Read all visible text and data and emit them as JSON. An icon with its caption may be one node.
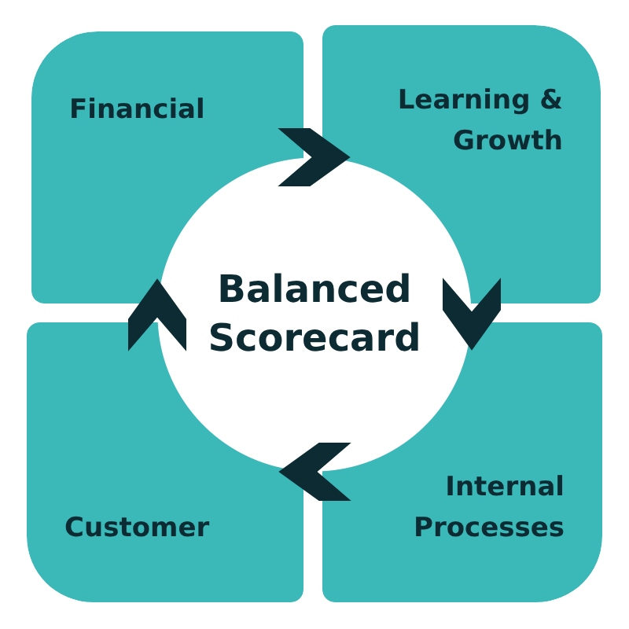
{
  "diagram": {
    "nodes": [
      {
        "text": [
          "Financial"
        ]
      },
      {
        "text": [
          "Learning & Growth"
        ]
      },
      {
        "text": [
          "Balanced Scorecard"
        ]
      },
      {
        "text": [
          "Customer"
        ]
      },
      {
        "text": [
          "Internal Processes"
        ]
      }
    ],
    "edges": [
      {
        "from": 0,
        "to": 1,
        "arrow": "to"
      },
      {
        "from": 1,
        "to": 4,
        "arrow": "to"
      },
      {
        "from": 4,
        "to": 3,
        "arrow": "to"
      },
      {
        "from": 3,
        "to": 0,
        "arrow": "to"
      }
    ]
  }
}
